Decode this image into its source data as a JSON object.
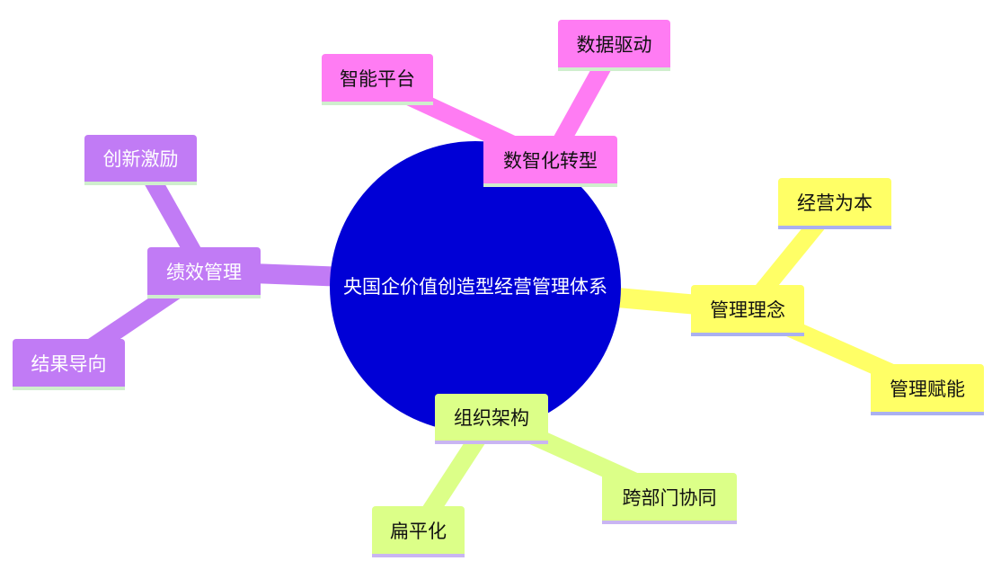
{
  "mindmap": {
    "root": "央国企价值创造型经营管理体系",
    "branches": [
      {
        "label": "数智化转型",
        "color": "#ff7cf3",
        "children": [
          "智能平台",
          "数据驱动"
        ]
      },
      {
        "label": "绩效管理",
        "color": "#c17bf5",
        "children": [
          "创新激励",
          "结果导向"
        ]
      },
      {
        "label": "管理理念",
        "color": "#ffff66",
        "children": [
          "经营为本",
          "管理赋能"
        ]
      },
      {
        "label": "组织架构",
        "color": "#dcff88",
        "children": [
          "跨部门协同",
          "扁平化"
        ]
      }
    ],
    "root_color": "#0000d6"
  }
}
